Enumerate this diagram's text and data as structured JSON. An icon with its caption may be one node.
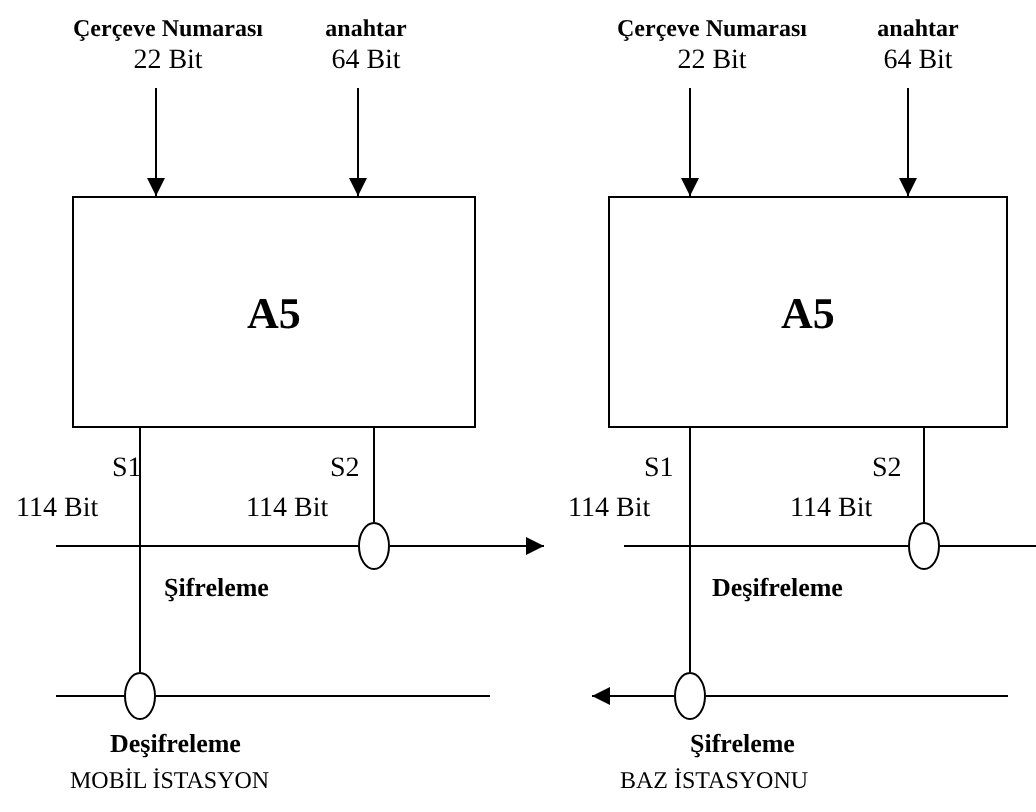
{
  "diagram": {
    "nodes": [
      {
        "text": [
          "Çerçeve Numarası",
          "22 Bit"
        ]
      },
      {
        "text": [
          "anahtar",
          "64 Bit"
        ]
      },
      {
        "text": [
          "A5"
        ]
      },
      {
        "text": [],
        "shape": "circle"
      },
      {
        "text": [],
        "shape": "circle"
      },
      {
        "text": [
          "Çerçeve Numarası",
          "22 Bit"
        ]
      },
      {
        "text": [
          "anahtar",
          "64 Bit"
        ]
      },
      {
        "text": [
          "A5"
        ]
      },
      {
        "text": [],
        "shape": "circle"
      },
      {
        "text": [],
        "shape": "circle"
      }
    ],
    "edges": [
      {
        "from": 0,
        "to": 2,
        "arrow": "to"
      },
      {
        "from": 1,
        "to": 2,
        "arrow": "to"
      },
      {
        "from": 2,
        "to": 4,
        "arrow": "none"
      },
      {
        "from": 2,
        "to": 3,
        "arrow": "none"
      },
      {
        "from": null,
        "to": 3,
        "arrow": "none"
      },
      {
        "from": 3,
        "to": null,
        "arrow": "to"
      },
      {
        "from": null,
        "to": 4,
        "arrow": "none"
      },
      {
        "from": 4,
        "to": null,
        "arrow": "none"
      },
      {
        "from": 5,
        "to": 7,
        "arrow": "to"
      },
      {
        "from": 6,
        "to": 7,
        "arrow": "to"
      },
      {
        "from": 7,
        "to": 9,
        "arrow": "none"
      },
      {
        "from": 7,
        "to": 8,
        "arrow": "none"
      },
      {
        "from": null,
        "to": 8,
        "arrow": "none"
      },
      {
        "from": 8,
        "to": null,
        "arrow": "none"
      },
      {
        "from": 9,
        "to": null,
        "arrow": "to"
      },
      {
        "from": null,
        "to": 9,
        "arrow": "none"
      }
    ],
    "labels": [
      "S1",
      "114 Bit",
      "S2",
      "114 Bit",
      "Şifreleme",
      "Deşifreleme",
      "MOBİL İSTASYON",
      "S1",
      "114 Bit",
      "S2",
      "114 Bit",
      "Deşifreleme",
      "Şifreleme",
      "BAZ İSTASYONU"
    ]
  }
}
